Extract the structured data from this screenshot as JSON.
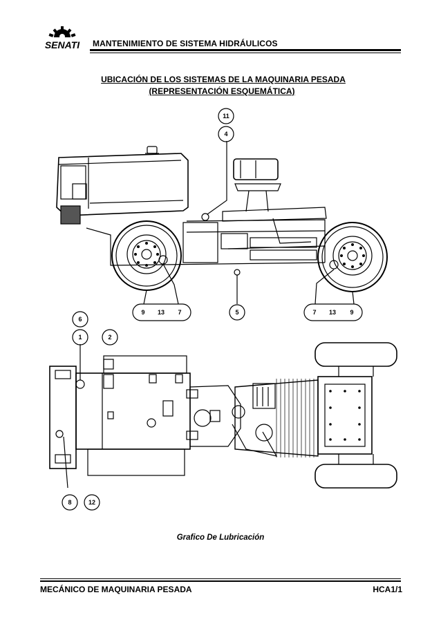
{
  "header": {
    "brand": "SENATI",
    "title": "MANTENIMIENTO DE SISTEMA HIDRÁULICOS"
  },
  "section": {
    "title_line1": "UBICACIÓN DE LOS SISTEMAS DE LA MAQUINARIA PESADA",
    "title_line2": "(REPRESENTACIÓN ESQUEMÁTICA)"
  },
  "callouts": {
    "side_view": {
      "top": [
        "11",
        "4"
      ],
      "bottom_left": [
        "9",
        "13",
        "7"
      ],
      "bottom_center": [
        "5"
      ],
      "bottom_right": [
        "7",
        "13",
        "9"
      ]
    },
    "top_view": {
      "top_left": [
        "6",
        "1",
        "2"
      ],
      "bottom_left": [
        "8",
        "12"
      ]
    }
  },
  "caption": "Grafico De Lubricación",
  "footer": {
    "left": "MECÁNICO DE MAQUINARIA PESADA",
    "code": "HCA",
    "page": "1/1"
  }
}
